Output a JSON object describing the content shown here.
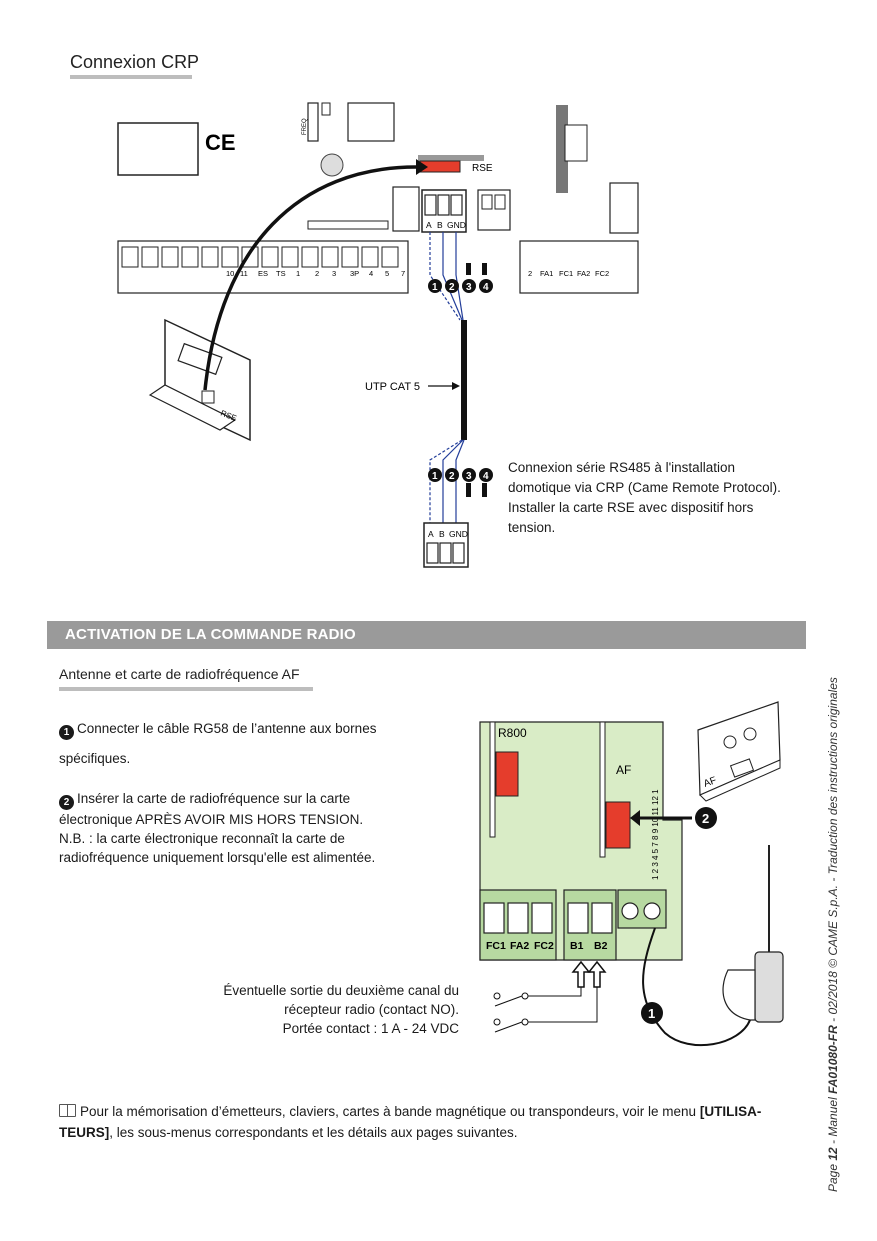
{
  "crp": {
    "heading": "Connexion CRP",
    "caption": "Connexion série RS485 à l'installation domotique via CRP (Came Remote Protocol). Installer la carte RSE avec dispositif hors tension.",
    "diagram": {
      "ce_mark": "CE",
      "freq_label": "FREQ",
      "rse_label": "RSE",
      "terminal_a": "A",
      "terminal_b": "B",
      "terminal_gnd": "GND",
      "strip_labels_left": [
        "10",
        "11",
        "ES",
        "TS",
        "1",
        "2",
        "3",
        "3P",
        "4",
        "5",
        "7"
      ],
      "strip_labels_right": [
        "2",
        "FA1",
        "FC1",
        "FA2",
        "FC2"
      ],
      "cable_label": "UTP CAT 5",
      "numbers": [
        "1",
        "2",
        "3",
        "4"
      ],
      "card_label": "RSE"
    }
  },
  "radio": {
    "section_title": "ACTIVATION DE LA COMMANDE RADIO",
    "subheading": "Antenne et carte de radiofréquence AF",
    "step1_num": "1",
    "step1_line1": "Connecter le câble RG58 de l’antenne aux bornes",
    "step1_line2": "spécifiques.",
    "step2_num": "2",
    "step2_line1": "Insérer la carte de radiofréquence sur la carte",
    "step2_line2": "électronique APRÈS AVOIR MIS HORS TENSION.",
    "step2_line3": "N.B. : la carte électronique reconnaît la carte de",
    "step2_line4": "radiofréquence uniquement lorsqu'elle est alimentée.",
    "output_line1": "Éventuelle sortie du deuxième canal du",
    "output_line2": "récepteur radio (contact NO).",
    "output_line3": "Portée contact : 1 A - 24 VDC",
    "diagram": {
      "r800": "R800",
      "af": "AF",
      "card_af": "AF",
      "side_numbers": "1 2 3 4 5 7 8 9 10 11 12 1",
      "terminals": [
        "FC1",
        "FA2",
        "FC2",
        "B1",
        "B2"
      ],
      "badge1": "1",
      "badge2": "2",
      "board_color": "#d9ecc6"
    }
  },
  "note": {
    "icon": "book-icon",
    "text_part1": "Pour la mémorisation d’émetteurs, claviers, cartes à bande magnétique ou transpondeurs, voir le menu ",
    "bold_part": "[UTILISA-TEURS]",
    "text_part2": ", les sous-menus correspondants et les détails aux pages suivantes."
  },
  "footer": {
    "page_prefix": "Page ",
    "page_number": "12",
    "manual_prefix": " - Manuel ",
    "manual_code": "FA01080-FR",
    "rest": " - 02/2018  © CAME S.p.A. - Traduction des instructions originales"
  }
}
